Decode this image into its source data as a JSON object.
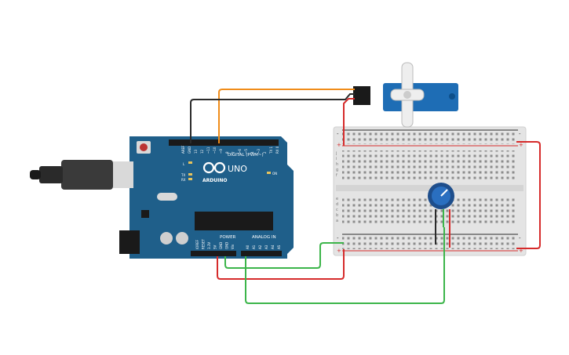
{
  "arduino": {
    "brand": "UNO",
    "maker": "ARDUINO",
    "digital_label": "DIGITAL (PWM~)",
    "power_label": "POWER",
    "analog_label": "ANALOG IN",
    "on_label": "ON",
    "tx_label": "TX",
    "rx_label": "RX",
    "l_label": "L",
    "power_pins": [
      "IOREF",
      "RESET",
      "3.3V",
      "5V",
      "GND",
      "GND",
      "Vin"
    ],
    "analog_pins": [
      "A0",
      "A1",
      "A2",
      "A3",
      "A4",
      "A5"
    ],
    "digital_pins_top": [
      "AREF",
      "GND",
      "13",
      "12",
      "~11",
      "~10",
      "~9",
      "8",
      "7",
      "~6",
      "~5",
      "4",
      "~3",
      "2",
      "TX 1",
      "RX 0"
    ]
  },
  "breadboard": {
    "rail_plus": "+",
    "rail_minus": "-",
    "row_letters_top": [
      "j",
      "i",
      "h",
      "g",
      "f"
    ],
    "row_letters_bottom": [
      "e",
      "d",
      "c",
      "b",
      "a"
    ]
  },
  "colors": {
    "board_blue": "#1f5f8a",
    "wire_orange": "#f08c1a",
    "wire_black": "#2b2b2b",
    "wire_red": "#d62b2b",
    "wire_green": "#3cb54a",
    "servo_blue": "#1e6db5",
    "breadboard": "#e9e9e9"
  },
  "components": {
    "servo": "servo-motor",
    "potentiometer": "potentiometer",
    "usb": "usb-plug"
  }
}
